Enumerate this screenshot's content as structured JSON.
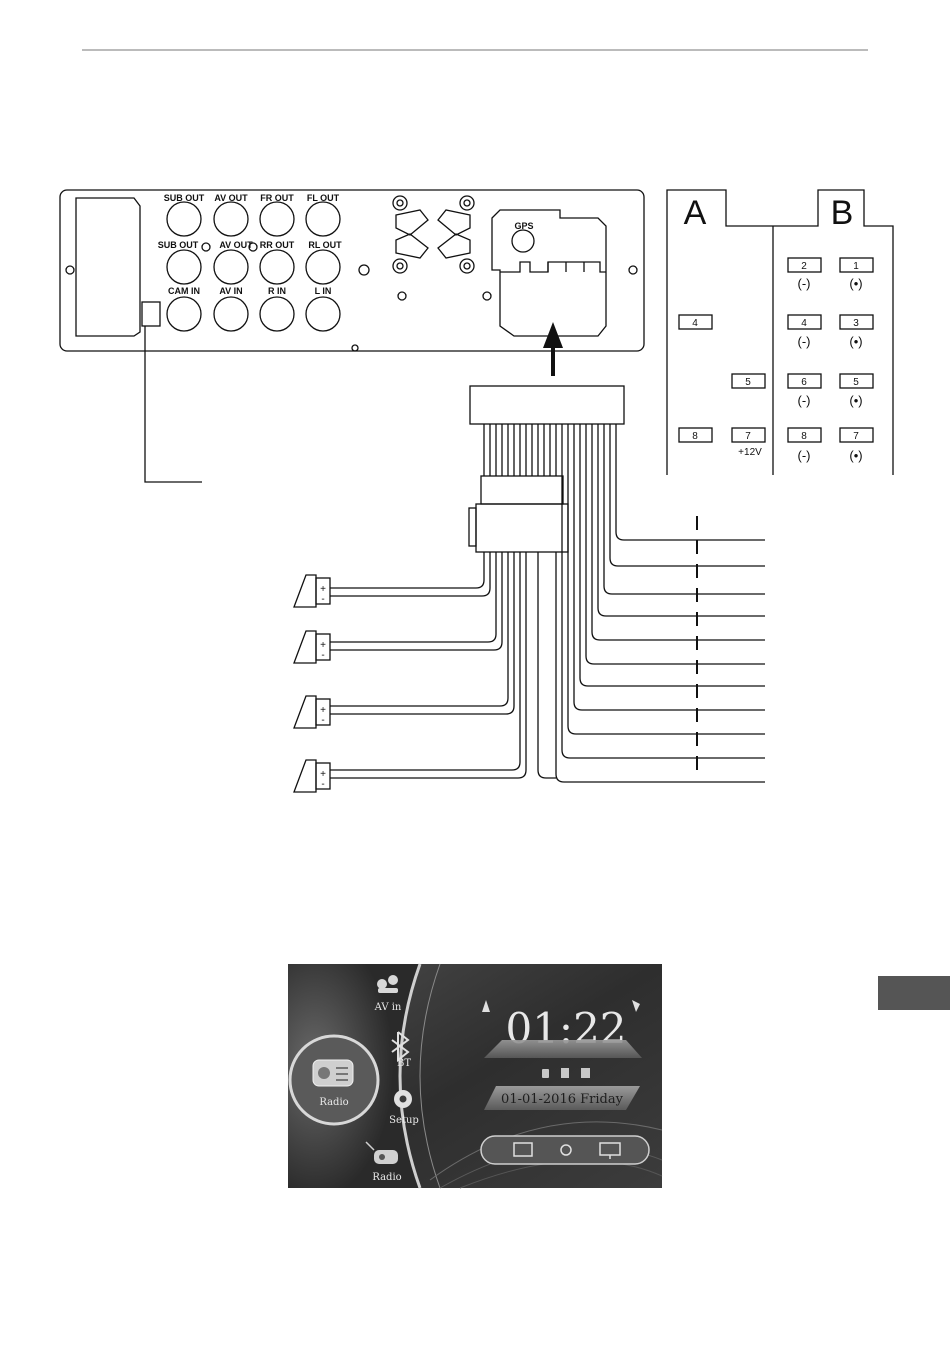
{
  "head_unit": {
    "jacks": {
      "sub_out_top": "SUB OUT",
      "av_out_top": "AV OUT",
      "fr_out": "FR OUT",
      "fl_out": "FL OUT",
      "sub_out_mid": "SUB OUT",
      "av_out_mid": "AV OUT",
      "rr_out": "RR OUT",
      "rl_out": "RL OUT",
      "cam_in": "CAM IN",
      "av_in": "AV IN",
      "r_in": "R IN",
      "l_in": "L IN"
    },
    "gps": "GPS"
  },
  "iso": {
    "a_label": "A",
    "b_label": "B",
    "a_pins": [
      "4",
      "5",
      "8",
      "7"
    ],
    "plus12v": "+12V",
    "b_pins": [
      "2",
      "1",
      "4",
      "3",
      "6",
      "5",
      "8",
      "7"
    ],
    "minus": "(-)",
    "plus": "(•)"
  },
  "speakers": {
    "plus": "+",
    "minus": "-"
  },
  "screen": {
    "menu": {
      "av_in": "AV in",
      "bt": "BT",
      "setup": "Setup",
      "radio_center": "Radio",
      "radio_bottom": "Radio"
    },
    "time": "01:22",
    "date": "01-01-2016 Friday"
  },
  "colors": {
    "ink": "#111111",
    "tab": "#555555",
    "screen_bg": "#3a3a3a"
  }
}
